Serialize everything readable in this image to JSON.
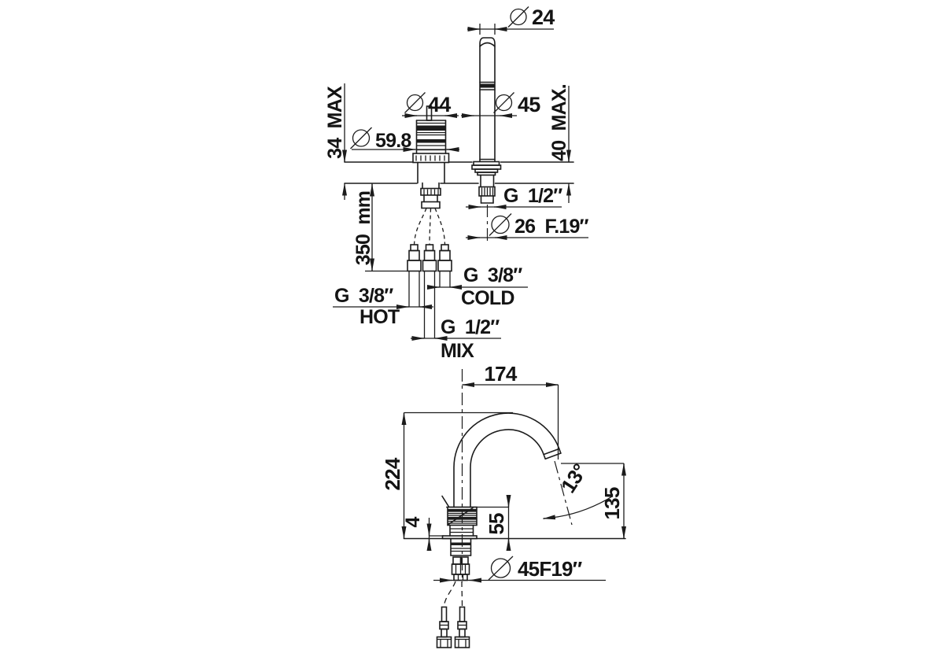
{
  "colors": {
    "line": "#1c1c1c",
    "background": "#ffffff"
  },
  "front_view": {
    "dimensions": {
      "dia24": "24",
      "dia44": "44",
      "dia45": "45",
      "dia59_8": "59.8",
      "max34": "34  MAX",
      "max40": "40  MAX.",
      "g12_top": "G  1/2″",
      "dia26_f19": "26  F.19″",
      "len350": "350  mm",
      "hot_thread": "G  3/8″",
      "hot_label": "HOT",
      "cold_thread": "G  3/8″",
      "cold_label": "COLD",
      "mix_thread": "G  1/2″",
      "mix_label": "MIX"
    }
  },
  "side_view": {
    "dimensions": {
      "reach174": "174",
      "height224": "224",
      "plate4": "4",
      "body55": "55",
      "outlet135": "135",
      "angle13": "13°",
      "dia45f19": "45F19″"
    }
  }
}
